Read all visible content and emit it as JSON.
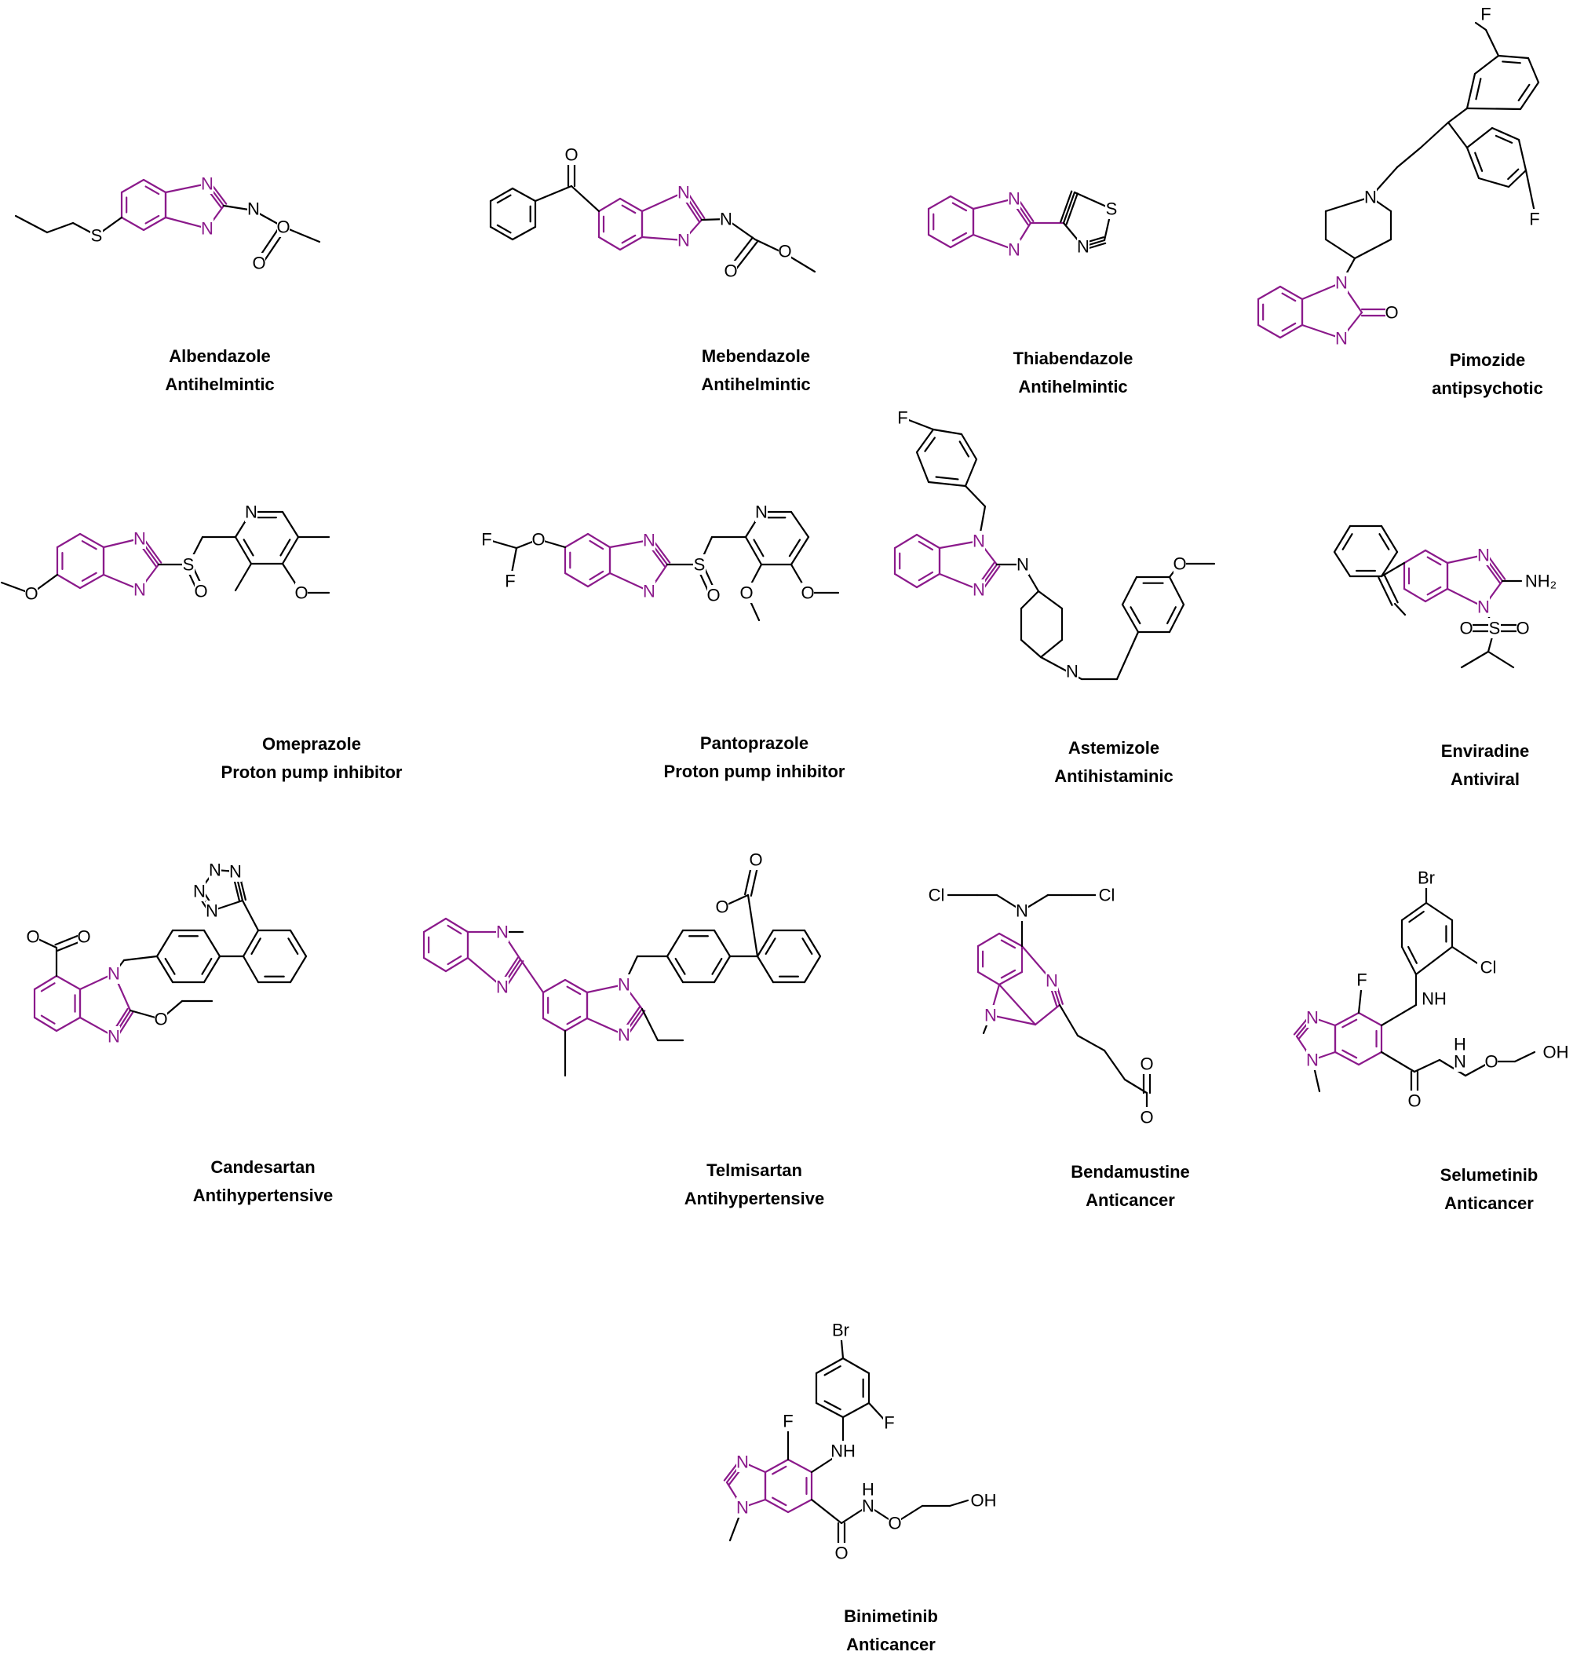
{
  "colors": {
    "core": "#8b1a8b",
    "bond": "#000000"
  },
  "compounds": [
    {
      "name": "Albendazole",
      "category": "Antihelmintic",
      "labels": {
        "n1": "N",
        "n3": "N",
        "s": "S",
        "nh": "N",
        "o1": "O",
        "o2": "O"
      }
    },
    {
      "name": "Mebendazole",
      "category": "Antihelmintic",
      "labels": {
        "n1": "N",
        "n3": "N",
        "ok": "O",
        "nh": "N",
        "o1": "O",
        "o2": "O"
      }
    },
    {
      "name": "Thiabendazole",
      "category": "Antihelmintic",
      "labels": {
        "n1": "N",
        "n3": "N",
        "s": "S",
        "nt": "N"
      }
    },
    {
      "name": "Pimozide",
      "category": "antipsychotic",
      "labels": {
        "n1": "N",
        "n3": "N",
        "o": "O",
        "np": "N",
        "f1": "F",
        "f2": "F"
      }
    },
    {
      "name": "Omeprazole",
      "category": "Proton pump inhibitor",
      "labels": {
        "n1": "N",
        "n3": "N",
        "o5": "O",
        "s": "S",
        "so": "O",
        "np": "N",
        "om": "O"
      }
    },
    {
      "name": "Pantoprazole",
      "category": "Proton pump inhibitor",
      "labels": {
        "n1": "N",
        "n3": "N",
        "o5": "O",
        "fa": "F",
        "fb": "F",
        "s": "S",
        "so": "O",
        "np": "N",
        "o3": "O",
        "o4": "O"
      }
    },
    {
      "name": "Astemizole",
      "category": "Antihistaminic",
      "labels": {
        "n1": "N",
        "n3": "N",
        "nh": "N",
        "np": "N",
        "f": "F",
        "om": "O"
      }
    },
    {
      "name": "Enviradine",
      "category": "Antiviral",
      "labels": {
        "n1": "N",
        "n3": "N",
        "nh2": "NH₂",
        "s": "S",
        "so": "O"
      }
    },
    {
      "name": "Candesartan",
      "category": "Antihypertensive",
      "labels": {
        "n1": "N",
        "n3": "N",
        "oe": "O",
        "oc1": "O",
        "oc2": "O",
        "t1": "N",
        "t2": "N",
        "t3": "N",
        "t4": "N"
      }
    },
    {
      "name": "Telmisartan",
      "category": "Antihypertensive",
      "labels": {
        "n1": "N",
        "n3": "N",
        "m1": "N",
        "m3": "N",
        "oc1": "O",
        "oc2": "O"
      }
    },
    {
      "name": "Bendamustine",
      "category": "Anticancer",
      "labels": {
        "n1": "N",
        "n3": "N",
        "nm": "N",
        "cl1": "Cl",
        "cl2": "Cl",
        "oa": "O",
        "ob": "O"
      }
    },
    {
      "name": "Selumetinib",
      "category": "Anticancer",
      "labels": {
        "n1": "N",
        "n3": "N",
        "f": "F",
        "nh": "NH",
        "cl": "Cl",
        "br": "Br",
        "hn": "H",
        "nn": "N",
        "o1": "O",
        "co": "O",
        "oh": "OH"
      }
    },
    {
      "name": "Binimetinib",
      "category": "Anticancer",
      "labels": {
        "n1": "N",
        "n3": "N",
        "f": "F",
        "nh": "NH",
        "f2": "F",
        "br": "Br",
        "hn": "H",
        "nn": "N",
        "o1": "O",
        "co": "O",
        "oh": "OH"
      }
    }
  ]
}
